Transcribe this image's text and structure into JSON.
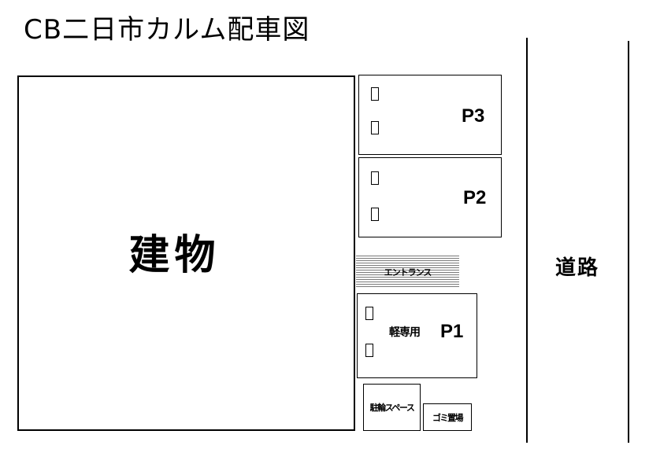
{
  "title": "CB二日市カルム配車図",
  "building": {
    "label": "建物"
  },
  "lots": {
    "p3": {
      "label": "P3"
    },
    "p2": {
      "label": "P2"
    },
    "p1": {
      "label": "P1",
      "note": "軽専用"
    }
  },
  "entrance": {
    "label": "エントランス"
  },
  "bike_space": {
    "label": "駐輪スペース"
  },
  "garbage": {
    "label": "ゴミ置場"
  },
  "road": {
    "label": "道路"
  }
}
